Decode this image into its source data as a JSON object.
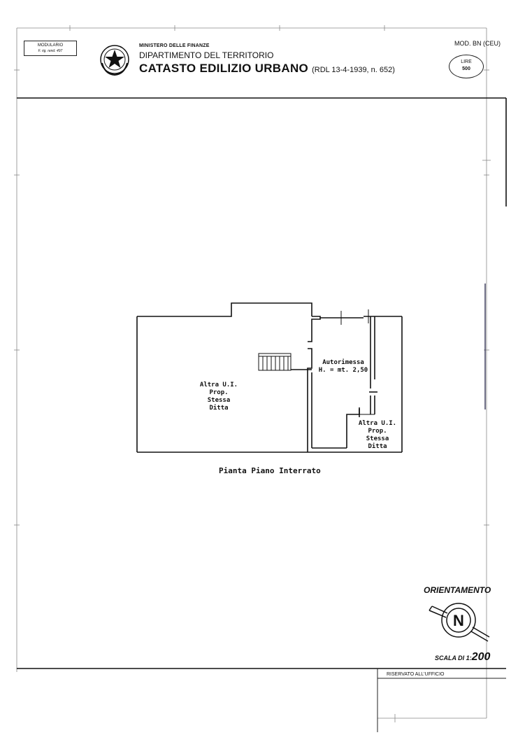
{
  "header": {
    "modulario": "MODULARIO",
    "modulario_ref": "F. rig. rend. 497",
    "ministry": "MINISTERO DELLE FINANZE",
    "department": "DIPARTIMENTO DEL TERRITORIO",
    "registry": "CATASTO EDILIZIO URBANO",
    "law_ref": "(RDL 13-4-1939, n. 652)",
    "mod_code": "MOD. BN (CEU)",
    "lire_label": "LIRE",
    "lire_value": "500"
  },
  "plan": {
    "left_unit": [
      "Altra U.I.",
      "Prop.",
      "Stessa",
      "Ditta"
    ],
    "garage": [
      "Autorimessa",
      "H. = mt. 2,50"
    ],
    "right_unit": [
      "Altra U.I.",
      "Prop.",
      "Stessa",
      "Ditta"
    ],
    "caption": "Pianta Piano Interrato"
  },
  "footer": {
    "orientation": "ORIENTAMENTO",
    "north": "N",
    "scale_label": "SCALA DI 1:",
    "scale_value": "200",
    "reserved": "RISERVATO ALL'UFFICIO"
  }
}
